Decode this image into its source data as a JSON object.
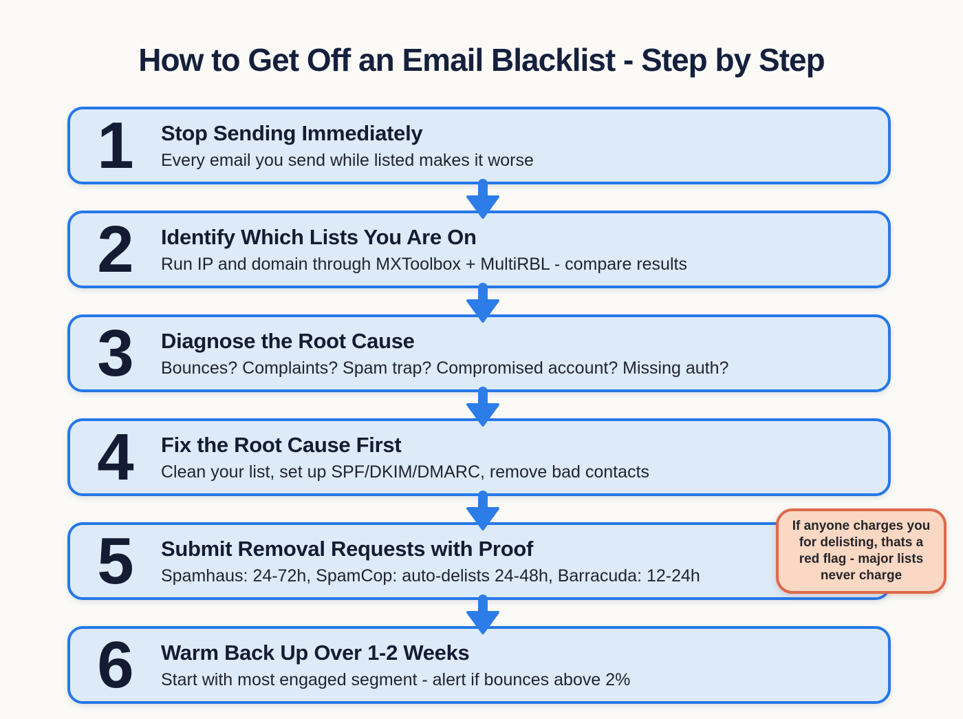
{
  "page": {
    "title": "How to Get Off an Email Blacklist - Step by Step"
  },
  "colors": {
    "page_bg": "#fbfaf7",
    "box_fill": "#ddeaf8",
    "box_border": "#2577e6",
    "arrow": "#2d7de9",
    "title_text": "#15203d",
    "number_text": "#131c33",
    "heading_text": "#131c33",
    "detail_text": "#20252e",
    "callout_fill": "#fad8c4",
    "callout_border": "#dd6a4b",
    "callout_text": "#26262a"
  },
  "steps": [
    {
      "number": "1",
      "heading": "Stop Sending Immediately",
      "detail": "Every email you send while listed makes it worse"
    },
    {
      "number": "2",
      "heading": "Identify Which Lists You Are On",
      "detail": "Run IP and domain through MXToolbox + MultiRBL - compare results"
    },
    {
      "number": "3",
      "heading": "Diagnose the Root Cause",
      "detail": "Bounces? Complaints? Spam trap? Compromised account? Missing auth?"
    },
    {
      "number": "4",
      "heading": "Fix the Root Cause First",
      "detail": "Clean your list, set up SPF/DKIM/DMARC, remove bad contacts"
    },
    {
      "number": "5",
      "heading": "Submit Removal Requests with Proof",
      "detail": "Spamhaus: 24-72h, SpamCop: auto-delists 24-48h, Barracuda: 12-24h"
    },
    {
      "number": "6",
      "heading": "Warm Back Up Over 1-2 Weeks",
      "detail": "Start with most engaged segment - alert if bounces above 2%"
    }
  ],
  "callout": {
    "text": "If anyone charges you for delisting, thats a red flag - major lists never charge"
  }
}
